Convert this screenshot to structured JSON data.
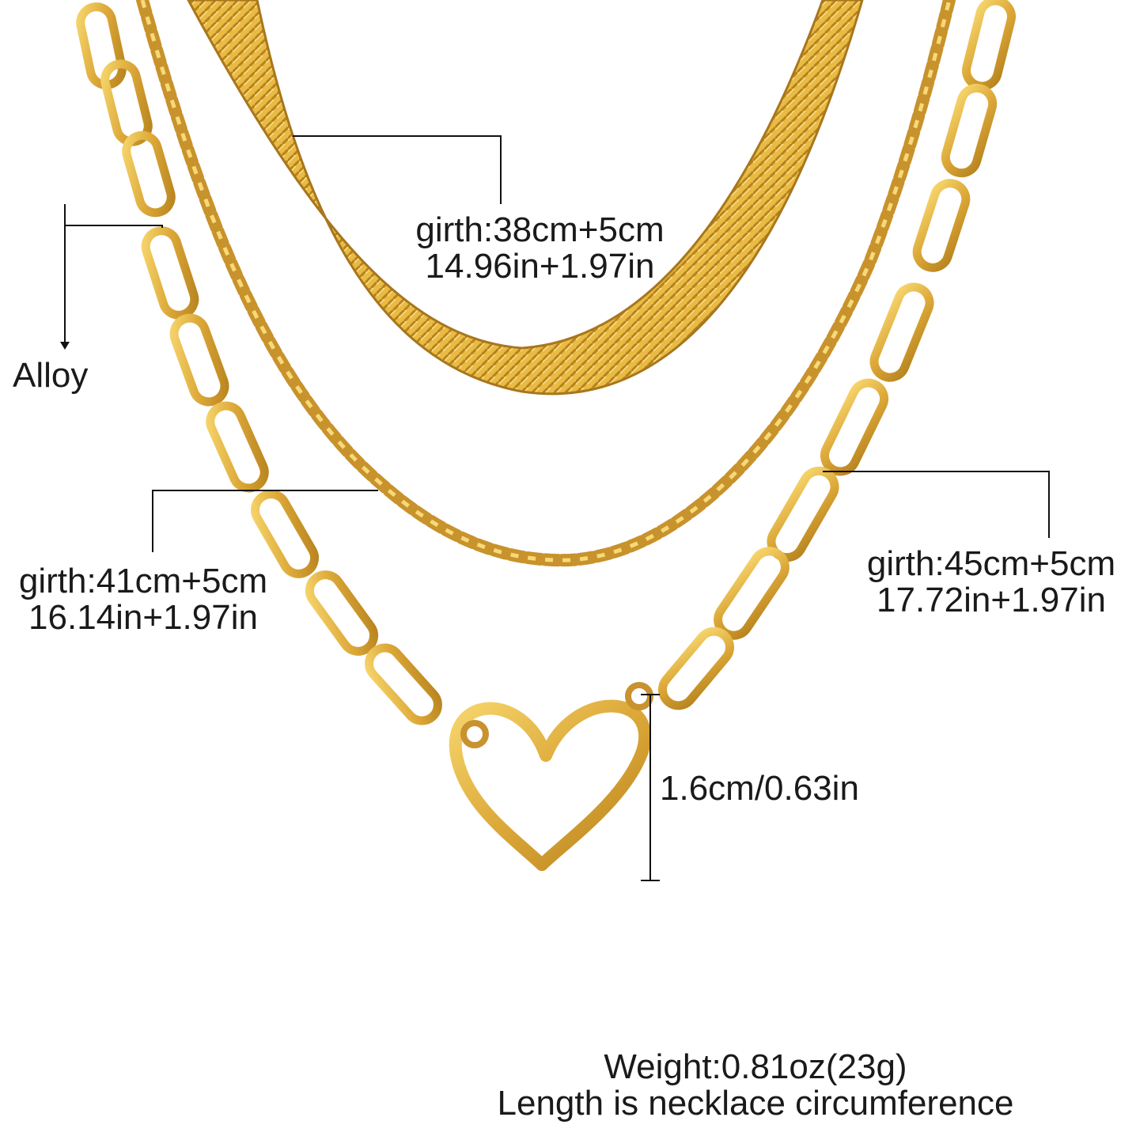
{
  "colors": {
    "gold": "#d9a83a",
    "gold_light": "#f3d067",
    "gold_dark": "#a8761c",
    "callout_line": "#111111",
    "text": "#1a1a1a",
    "background": "#ffffff"
  },
  "callouts": {
    "herringbone": {
      "line1": "girth:38cm+5cm",
      "line2": "14.96in+1.97in"
    },
    "curb": {
      "line1": "girth:41cm+5cm",
      "line2": "16.14in+1.97in"
    },
    "paperclip": {
      "line1": "girth:45cm+5cm",
      "line2": "17.72in+1.97in"
    },
    "material": {
      "label": "Alloy"
    },
    "pendant": {
      "label": "1.6cm/0.63in"
    }
  },
  "footer": {
    "weight": "Weight:0.81oz(23g)",
    "note": "Length is necklace circumference"
  }
}
